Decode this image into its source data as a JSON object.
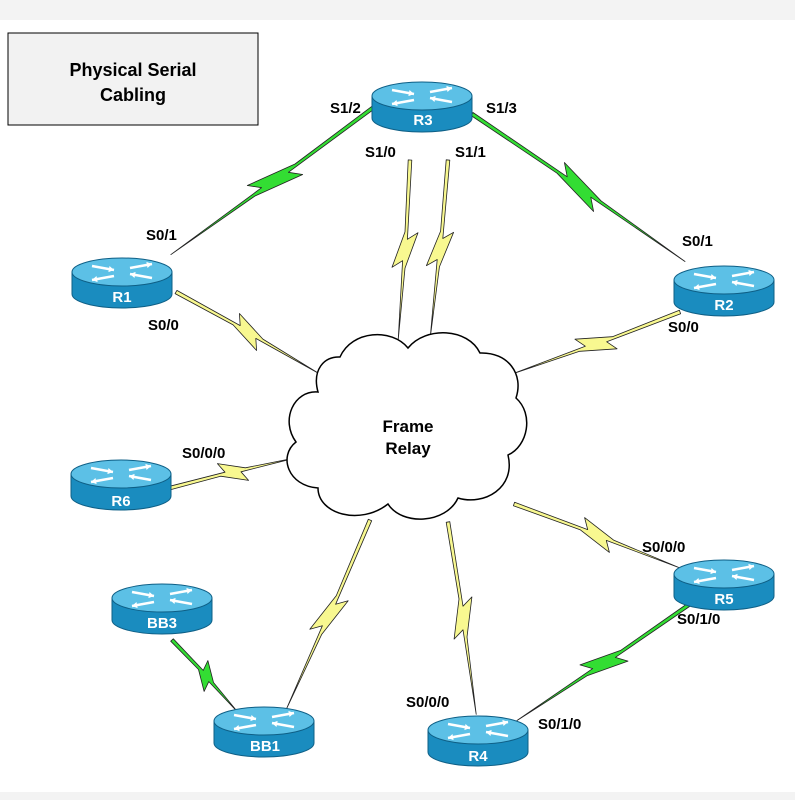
{
  "title": {
    "line1": "Physical Serial",
    "line2": "Cabling"
  },
  "cloud": {
    "line1": "Frame",
    "line2": "Relay"
  },
  "routers": {
    "r1": "R1",
    "r2": "R2",
    "r3": "R3",
    "r4": "R4",
    "r5": "R5",
    "r6": "R6",
    "bb1": "BB1",
    "bb3": "BB3"
  },
  "interfaces": {
    "r3_s12": "S1/2",
    "r3_s13": "S1/3",
    "r3_s10": "S1/0",
    "r3_s11": "S1/1",
    "r1_s01": "S0/1",
    "r1_s00": "S0/0",
    "r2_s01": "S0/1",
    "r2_s00": "S0/0",
    "r6_s000": "S0/0/0",
    "r5_s000": "S0/0/0",
    "r5_s010": "S0/1/0",
    "r4_s000": "S0/0/0",
    "r4_s010": "S0/1/0"
  },
  "colors": {
    "router_body": "#1a8cbf",
    "router_top": "#5cc0e6",
    "frame_relay_link": "#f8f890",
    "direct_link": "#33dd33",
    "cloud_fill": "#ffffff",
    "cloud_stroke": "#000000"
  },
  "icon": "router-icon"
}
